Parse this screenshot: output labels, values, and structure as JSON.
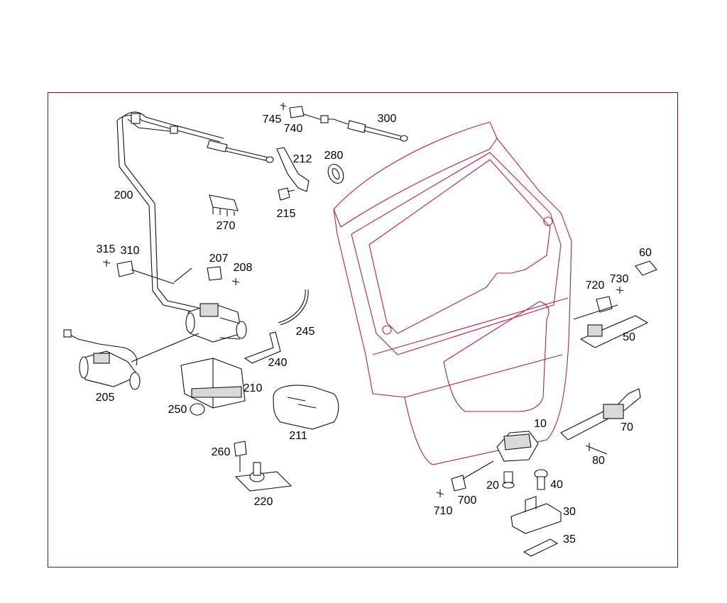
{
  "diagram": {
    "colors": {
      "frame": "#7a0f2e",
      "linework": "#b22245",
      "parts": "#111111"
    },
    "labels": {
      "l10": "10",
      "l20": "20",
      "l30": "30",
      "l35": "35",
      "l40": "40",
      "l50": "50",
      "l60": "60",
      "l70": "70",
      "l80": "80",
      "l200": "200",
      "l205": "205",
      "l207": "207",
      "l208": "208",
      "l210": "210",
      "l211": "211",
      "l212": "212",
      "l215": "215",
      "l220": "220",
      "l240": "240",
      "l245": "245",
      "l250": "250",
      "l260": "260",
      "l270": "270",
      "l280": "280",
      "l300": "300",
      "l310": "310",
      "l315": "315",
      "l700": "700",
      "l710": "710",
      "l720": "720",
      "l730": "730",
      "l740": "740",
      "l745": "745"
    }
  }
}
